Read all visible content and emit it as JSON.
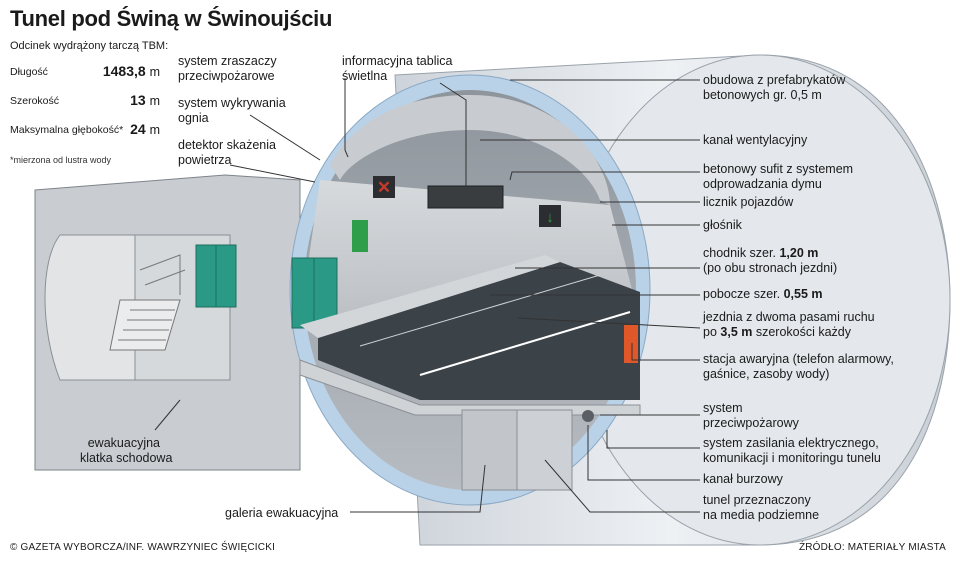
{
  "title": "Tunel pod Świną w Świnoujściu",
  "subtitle": "Odcinek wydrążony tarczą TBM:",
  "stats": [
    {
      "label": "Długość",
      "value": "1483,8",
      "unit": "m"
    },
    {
      "label": "Szerokość",
      "value": "13",
      "unit": "m"
    },
    {
      "label": "Maksymalna głębokość*",
      "value": "24",
      "unit": "m"
    }
  ],
  "footnote": "*mierzona   od lustra wody",
  "labels": {
    "sprinkler": [
      "system zraszaczy",
      "przeciwpożarowe"
    ],
    "info_board": [
      "informacyjna tablica",
      "świetlna"
    ],
    "fire_detection": [
      "system wykrywania",
      "ognia"
    ],
    "air_detector": [
      "detektor skażenia",
      "powietrza"
    ],
    "lining": [
      "obudowa z prefabrykatów",
      "betonowych gr. 0,5 m"
    ],
    "ventilation": [
      "kanał wentylacyjny"
    ],
    "ceiling": [
      "betonowy sufit z systemem",
      "odprowadzania dymu"
    ],
    "vehicle_counter": [
      "licznik pojazdów"
    ],
    "speaker": [
      "głośnik"
    ],
    "sidewalk": {
      "line1_pre": "chodnik szer. ",
      "line1_bold": "1,20 m",
      "line2": "(po obu stronach jezdni)"
    },
    "shoulder": {
      "pre": "pobocze szer. ",
      "bold": "0,55 m"
    },
    "roadway": {
      "line1": "jezdnia z dwoma pasami ruchu",
      "line2_pre": "po ",
      "line2_bold": "3,5 m",
      "line2_post": " szerokości każdy"
    },
    "emergency": [
      "stacja awaryjna (telefon alarmowy,",
      "gaśnice, zasoby wody)"
    ],
    "fire_system": [
      "system",
      "przeciwpożarowy"
    ],
    "power": [
      "system zasilania elektrycznego,",
      "komunikacji i monitoringu tunelu"
    ],
    "storm": [
      "kanał burzowy"
    ],
    "media": [
      "tunel przeznaczony",
      "na media podziemne"
    ],
    "stairs": [
      "ewakuacyjna",
      "klatka schodowa"
    ],
    "gallery": [
      "galeria ewakuacyjna"
    ]
  },
  "footer_left": "© GAZETA WYBORCZA/INF. WAWRZYNIEC ŚWIĘCICKI",
  "footer_right": "ŹRÓDŁO: MATERIAŁY MIASTA",
  "colors": {
    "tunnel_outer": "#dfe3e8",
    "lining_ring": "#b9d2e8",
    "road": "#3b4248",
    "door": "#2a9a86",
    "emergency_station": "#e0582a",
    "sign_red": "#c43b2b",
    "sign_green": "#2e9e4a"
  }
}
